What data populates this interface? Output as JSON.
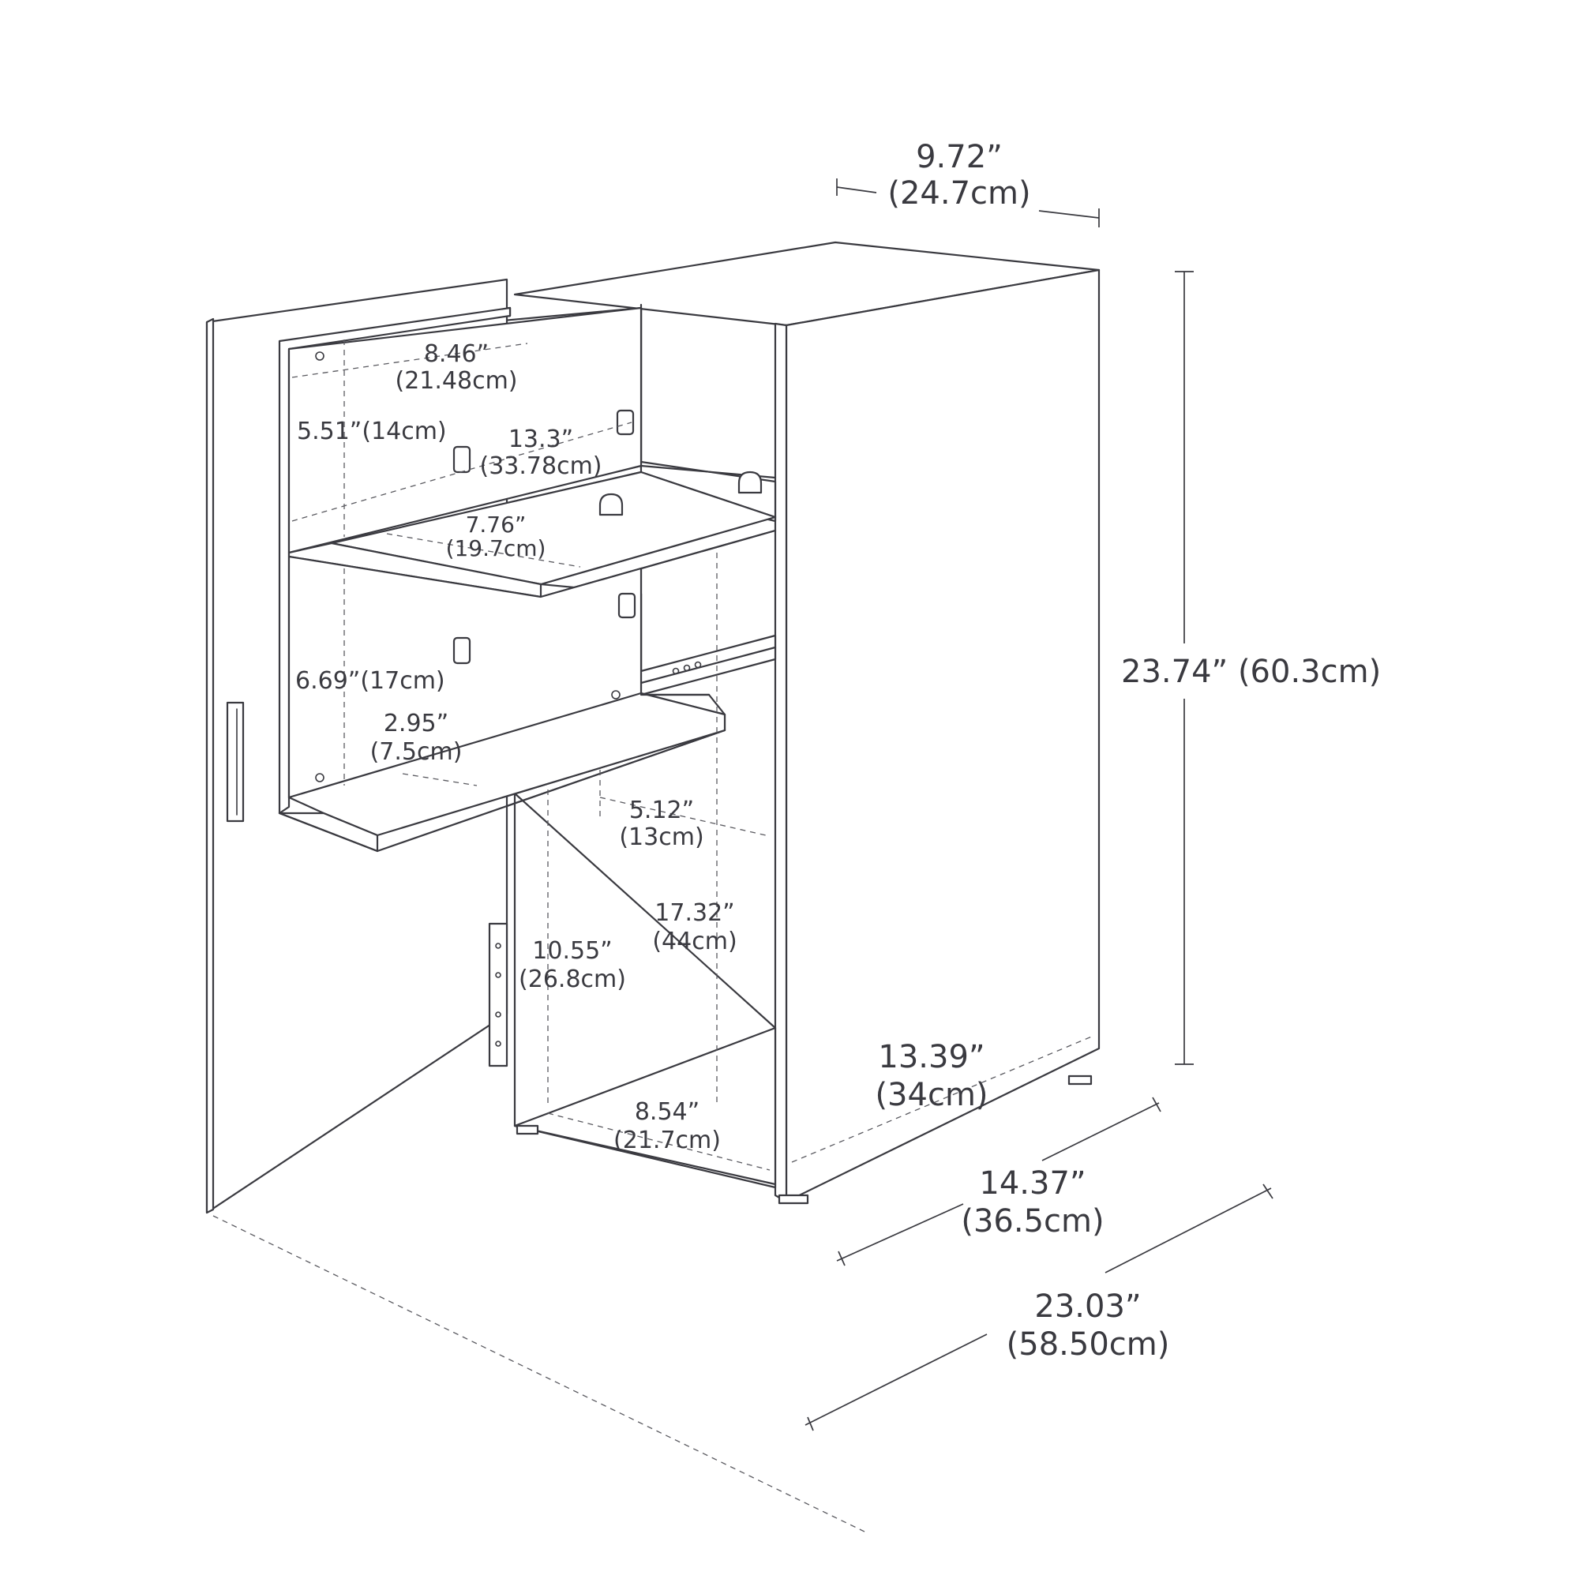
{
  "dimensions": {
    "top_depth": {
      "in": "9.72”",
      "cm": "(24.7cm)"
    },
    "height": {
      "text": "23.74” (60.3cm)"
    },
    "interior_depth": {
      "in": "13.39”",
      "cm": "(34cm)"
    },
    "width": {
      "in": "14.37”",
      "cm": "(36.5cm)"
    },
    "open_width": {
      "in": "23.03”",
      "cm": "(58.50cm)"
    },
    "shelf_top_width": {
      "in": "8.46”",
      "cm": "(21.48cm)"
    },
    "shelf_top_height": {
      "text": "5.51”(14cm)"
    },
    "shelf_top_depth": {
      "in": "13.3”",
      "cm": "(33.78cm)"
    },
    "shelf_top_front": {
      "in": "7.76”",
      "cm": "(19.7cm)"
    },
    "shelf_lower_height": {
      "text": "6.69”(17cm)"
    },
    "shelf_lower_lip": {
      "in": "2.95”",
      "cm": "(7.5cm)"
    },
    "rail_depth": {
      "in": "5.12”",
      "cm": "(13cm)"
    },
    "bottom_height": {
      "in": "10.55”",
      "cm": "(26.8cm)"
    },
    "interior_height": {
      "in": "17.32”",
      "cm": "(44cm)"
    },
    "bottom_width": {
      "in": "8.54”",
      "cm": "(21.7cm)"
    }
  },
  "icons": [
    "door-handle-icon",
    "hinge-icon"
  ]
}
